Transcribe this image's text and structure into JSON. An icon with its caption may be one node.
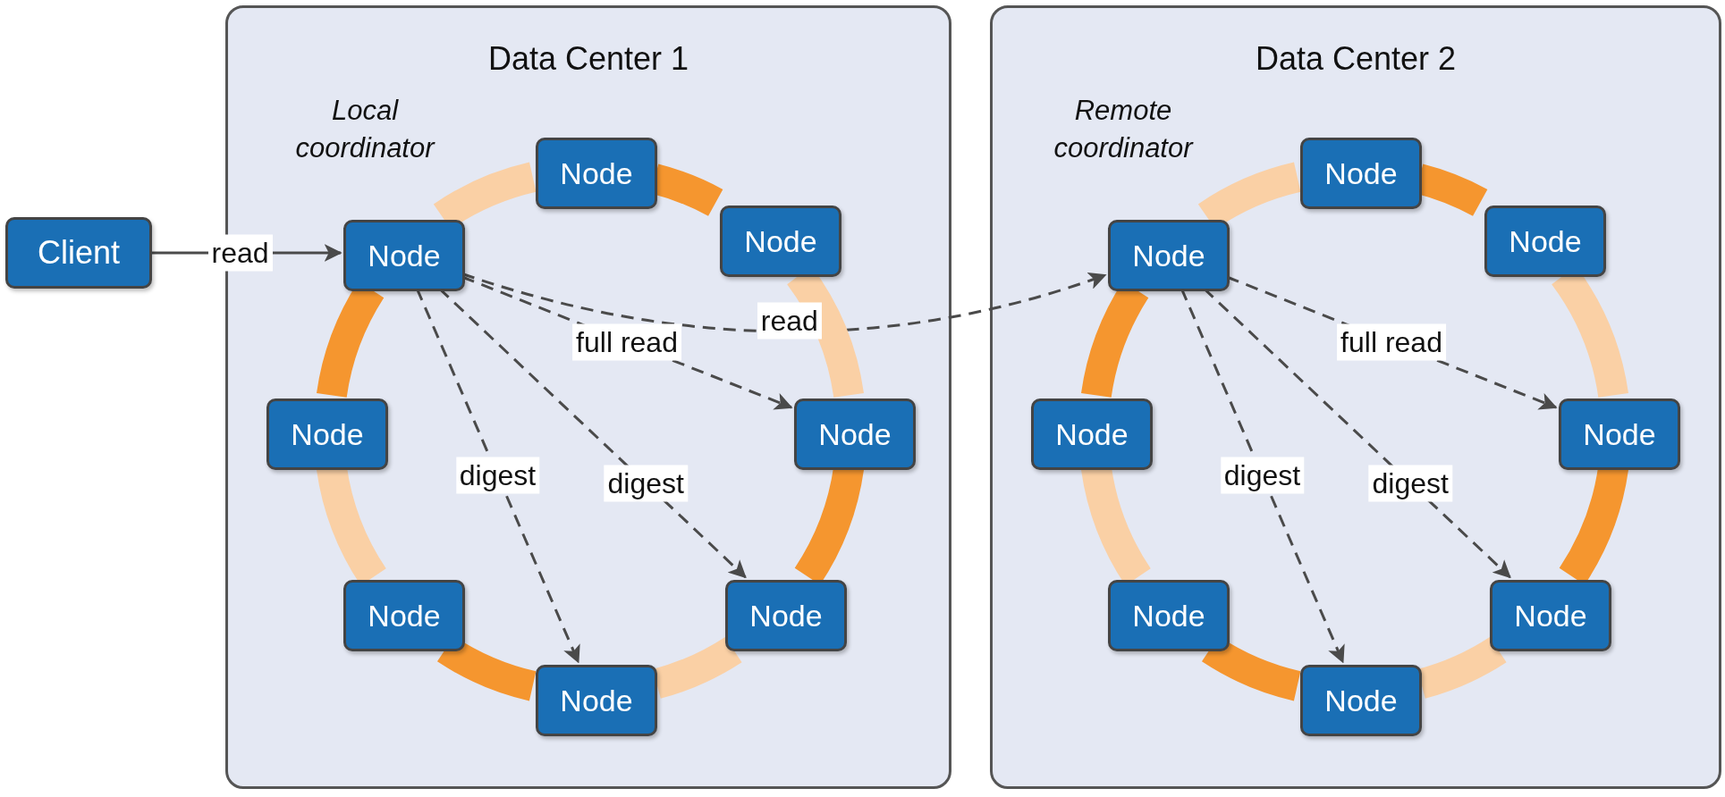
{
  "diagram": {
    "nodes": [
      {
        "text": [
          "Client"
        ]
      },
      {
        "text": [
          "Data Center 1"
        ]
      },
      {
        "text": [
          "Node"
        ],
        "in": 1,
        "beside": [
          "Local coordinator"
        ]
      },
      {
        "text": [
          "Node"
        ],
        "in": 1
      },
      {
        "text": [
          "Node"
        ],
        "in": 1
      },
      {
        "text": [
          "Node"
        ],
        "in": 1
      },
      {
        "text": [
          "Node"
        ],
        "in": 1
      },
      {
        "text": [
          "Node"
        ],
        "in": 1
      },
      {
        "text": [
          "Node"
        ],
        "in": 1
      },
      {
        "text": [
          "Node"
        ],
        "in": 1
      },
      {
        "text": [
          "Data Center 2"
        ]
      },
      {
        "text": [
          "Node"
        ],
        "in": 10,
        "beside": [
          "Remote coordinator"
        ]
      },
      {
        "text": [
          "Node"
        ],
        "in": 10
      },
      {
        "text": [
          "Node"
        ],
        "in": 10
      },
      {
        "text": [
          "Node"
        ],
        "in": 10
      },
      {
        "text": [
          "Node"
        ],
        "in": 10
      },
      {
        "text": [
          "Node"
        ],
        "in": 10
      },
      {
        "text": [
          "Node"
        ],
        "in": 10
      },
      {
        "text": [
          "Node"
        ],
        "in": 10
      }
    ],
    "edges": [
      {
        "from": 0,
        "to": 2,
        "arrow": "to",
        "label": "read"
      },
      {
        "from": 2,
        "to": 11,
        "arrow": "to",
        "label": "read",
        "style": "dashed"
      },
      {
        "from": 2,
        "to": 6,
        "arrow": "to",
        "label": "full read",
        "style": "dashed"
      },
      {
        "from": 2,
        "to": 8,
        "arrow": "to",
        "label": "digest",
        "style": "dashed"
      },
      {
        "from": 2,
        "to": 9,
        "arrow": "to",
        "label": "digest",
        "style": "dashed"
      },
      {
        "from": 11,
        "to": 15,
        "arrow": "to",
        "label": "full read",
        "style": "dashed"
      },
      {
        "from": 11,
        "to": 17,
        "arrow": "to",
        "label": "digest",
        "style": "dashed"
      },
      {
        "from": 11,
        "to": 18,
        "arrow": "to",
        "label": "digest",
        "style": "dashed"
      },
      {
        "from": 3,
        "to": 4,
        "arrow": "none",
        "color": "#f5962f"
      },
      {
        "from": 4,
        "to": 6,
        "arrow": "none",
        "color": "#fad0a5"
      },
      {
        "from": 6,
        "to": 9,
        "arrow": "none",
        "color": "#f5962f"
      },
      {
        "from": 9,
        "to": 8,
        "arrow": "none",
        "color": "#fad0a5"
      },
      {
        "from": 8,
        "to": 7,
        "arrow": "none",
        "color": "#f5962f"
      },
      {
        "from": 7,
        "to": 5,
        "arrow": "none",
        "color": "#fad0a5"
      },
      {
        "from": 5,
        "to": 2,
        "arrow": "none",
        "color": "#f5962f"
      },
      {
        "from": 2,
        "to": 3,
        "arrow": "none",
        "color": "#fad0a5"
      },
      {
        "from": 12,
        "to": 13,
        "arrow": "none",
        "color": "#f5962f"
      },
      {
        "from": 13,
        "to": 15,
        "arrow": "none",
        "color": "#fad0a5"
      },
      {
        "from": 15,
        "to": 18,
        "arrow": "none",
        "color": "#f5962f"
      },
      {
        "from": 18,
        "to": 17,
        "arrow": "none",
        "color": "#fad0a5"
      },
      {
        "from": 17,
        "to": 16,
        "arrow": "none",
        "color": "#f5962f"
      },
      {
        "from": 16,
        "to": 14,
        "arrow": "none",
        "color": "#fad0a5"
      },
      {
        "from": 14,
        "to": 11,
        "arrow": "none",
        "color": "#f5962f"
      },
      {
        "from": 11,
        "to": 12,
        "arrow": "none",
        "color": "#fad0a5"
      }
    ]
  }
}
